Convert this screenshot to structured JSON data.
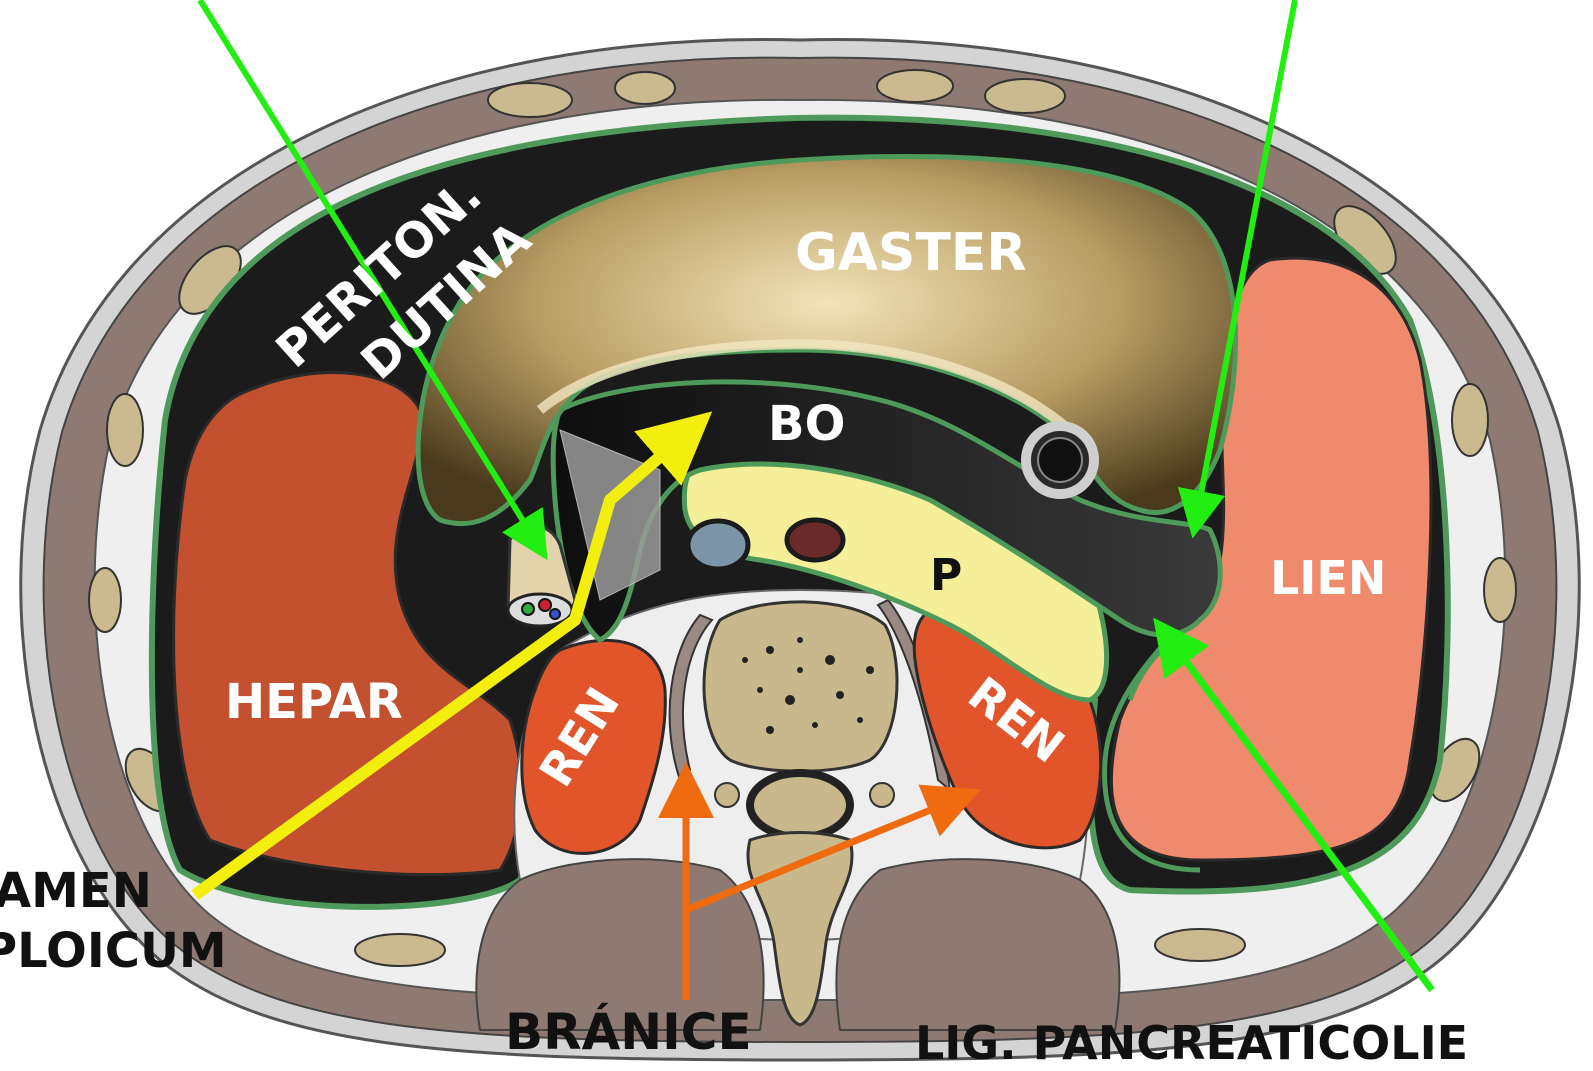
{
  "labels": {
    "periton_line1": "PERITON.",
    "periton_line2": "DUTINA",
    "gaster": "GASTER",
    "bo": "BO",
    "p": "P",
    "lien": "LIEN",
    "hepar": "HEPAR",
    "ren_left": "REN",
    "ren_right": "REN",
    "foramen_line1": "AMEN",
    "foramen_line2": "PLOICUM",
    "branice": "BRÁNICE",
    "lig": "LIG. PANCREATICOLIE"
  },
  "colors": {
    "skin": "#d4d4d4",
    "muscle": "#8f7a73",
    "fascia": "#f2f2f2",
    "cavity": "#1b1b1b",
    "peritoneum_line": "#4e9a5a",
    "liver": "#c3502f",
    "spleen": "#f08a6c",
    "kidney": "#e2542a",
    "stomach": "#b29b6c",
    "pancreas": "#f5ef9a",
    "vertebra": "#c8b88b",
    "arrow_green": "#22ee11",
    "arrow_yellow": "#f2ef0e",
    "arrow_orange": "#f06a10"
  }
}
